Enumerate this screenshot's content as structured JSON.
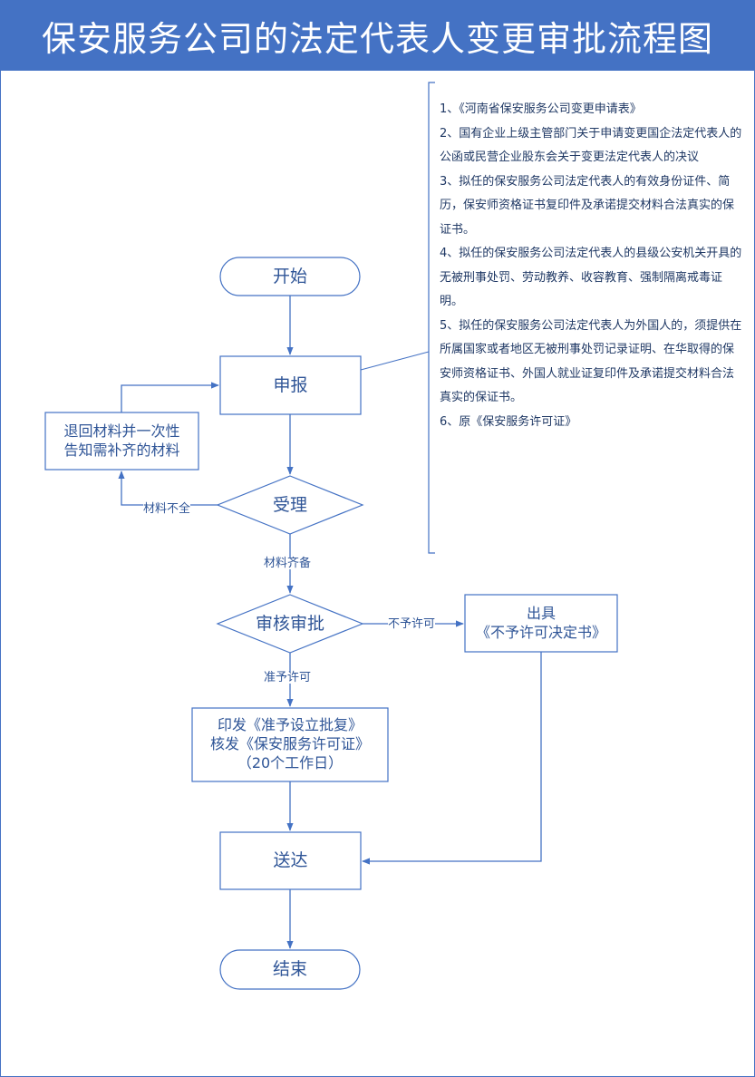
{
  "header": {
    "title": "保安服务公司的法定代表人变更审批流程图"
  },
  "nodes": {
    "start": "开始",
    "apply": "申报",
    "return_line1": "退回材料并一次性",
    "return_line2": "告知需补齐的材料",
    "accept": "受理",
    "review": "审核审批",
    "refuse_line1": "出具",
    "refuse_line2": "《不予许可决定书》",
    "issue_line1": "印发《准予设立批复》",
    "issue_line2": "核发《保安服务许可证》",
    "issue_line3": "（20个工作日）",
    "deliver": "送达",
    "end": "结束"
  },
  "edge_labels": {
    "incomplete": "材料不全",
    "complete": "材料齐备",
    "not_permitted": "不予许可",
    "permitted": "准予许可"
  },
  "notes": [
    "1、《河南省保安服务公司变更申请表》",
    "2、国有企业上级主管部门关于申请变更国企法定代表人的公函或民营企业股东会关于变更法定代表人的决议",
    "3、拟任的保安服务公司法定代表人的有效身份证件、简历，保安师资格证书复印件及承诺提交材料合法真实的保证书。",
    "4、拟任的保安服务公司法定代表人的县级公安机关开具的无被刑事处罚、劳动教养、收容教育、强制隔离戒毒证明。",
    "5、拟任的保安服务公司法定代表人为外国人的，须提供在所属国家或者地区无被刑事处罚记录证明、在华取得的保安师资格证书、外国人就业证复印件及承诺提交材料合法真实的保证书。",
    "6、原《保安服务许可证》"
  ],
  "colors": {
    "accent": "#4472c4",
    "text": "#2f5597"
  }
}
